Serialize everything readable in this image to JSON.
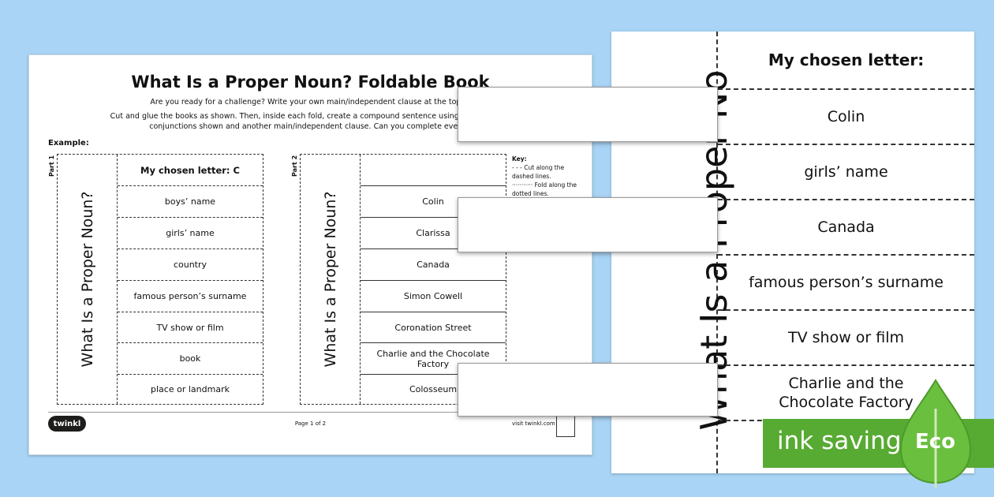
{
  "sheet": {
    "title": "What Is a Proper Noun? Foldable Book",
    "instructions": [
      "Are you ready for a challenge? Write your own main/independent clause at the top of",
      "Cut and glue the books as shown. Then, inside each fold, create a compound sentence using the same ma",
      "conjunctions shown and another main/independent clause. Can you complete every s"
    ],
    "example_label": "Example:",
    "part1_label": "Part 1",
    "part2_label": "Part 2",
    "spine_text": "What Is a Proper Noun?",
    "part1_cells": [
      "My chosen letter: C",
      "boys’ name",
      "girls’ name",
      "country",
      "famous person’s surname",
      "TV show or film",
      "book",
      "place or landmark"
    ],
    "part2_cells": [
      "",
      "Colin",
      "Clarissa",
      "Canada",
      "Simon Cowell",
      "Coronation Street",
      "Charlie and the Chocolate Factory",
      "Colosseum"
    ],
    "key": {
      "title": "Key:",
      "cut": "- - - Cut along the dashed lines.",
      "fold": "··········· Fold along the dotted lines."
    },
    "footer": {
      "logo": "twinkl",
      "page": "Page 1 of 2",
      "visit": "visit twinkl.com"
    }
  },
  "closeup": {
    "spine_text": "What Is a Proper No",
    "cells": [
      "My chosen letter:",
      "Colin",
      "girls’ name",
      "Canada",
      "famous person’s surname",
      "TV show or film",
      "Charlie and the Chocolate Factory",
      ""
    ]
  },
  "eco": {
    "label": "ink saving",
    "badge": "Eco",
    "color": "#57aa32"
  }
}
